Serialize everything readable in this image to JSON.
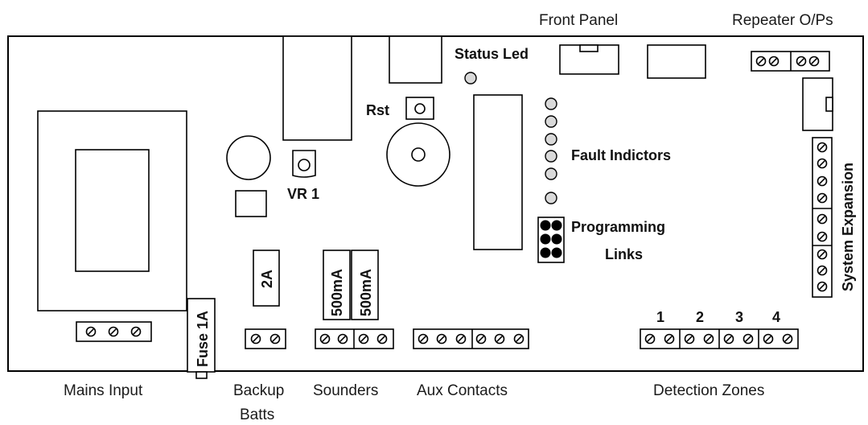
{
  "top_labels": {
    "front_panel": "Front Panel",
    "repeater": "Repeater O/Ps"
  },
  "board_labels": {
    "status_led": "Status Led",
    "rst": "Rst",
    "vr1": "VR 1",
    "fault_indicators": "Fault Indictors",
    "programming": "Programming",
    "links": "Links",
    "system_expansion": "System Expansion"
  },
  "fuses": {
    "backup": "2A",
    "sounder_1": "500mA",
    "sounder_2": "500mA",
    "mains": "Fuse 1A"
  },
  "zone_numbers": [
    "1",
    "2",
    "3",
    "4"
  ],
  "bottom_labels": {
    "mains_input": "Mains Input",
    "backup": "Backup",
    "batts": "Batts",
    "sounders": "Sounders",
    "aux_contacts": "Aux Contacts",
    "detection_zones": "Detection Zones"
  },
  "colors": {
    "line": "#000000",
    "led": "#d9d9d9",
    "background": "#ffffff"
  }
}
